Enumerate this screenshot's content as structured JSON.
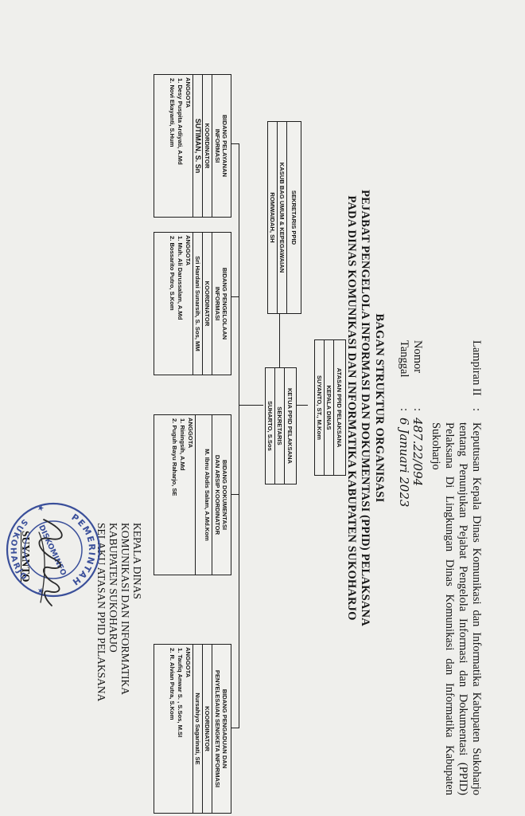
{
  "header": {
    "lampiran_label": "Lampiran II",
    "colon": ":",
    "lampiran_text": "Keputusan Kepala Dinas Komunikasi dan Informatika Kabupaten Sukoharjo tentang Penunjukan Pejabat Pengelola Informasi dan Dokumentasi (PPID) Pelaksana Di Lingkungan Dinas Komunikasi dan Informatika Kabupaten Sukoharjo",
    "nomor_label": "Nomor",
    "nomor_value": "487.22/094",
    "tanggal_label": "Tanggal",
    "tanggal_value": "6 Januari 2023"
  },
  "title": {
    "line1": "BAGAN STRUKTUR ORGANISASI",
    "line2": "PEJABAT PENGELOLA INFORMASI DAN DOKUMENTASI (PPID) PELAKSANA",
    "line3": "PADA DINAS KOMUNIKASI DAN INFORMATIKA KABUPATEN SUKOHARJO"
  },
  "org": {
    "atasan": {
      "title": "ATASAN PPID PELAKSANA",
      "role": "KEPALA DINAS",
      "name": "SUYANTO, ST., M.Kom"
    },
    "ketua": {
      "title": "KETUA PPID PELAKSANA",
      "role": "SEKRETARIS",
      "name": "SUHARTO, S.Sos"
    },
    "sekretaris": {
      "title": "SEKRETARIS PPID",
      "role": "KASUB BAG UMUM & KEPEGAWAIAN",
      "name": "ROMWAIDAH, SH"
    },
    "bidang": [
      {
        "title_1": "BIDANG PELAYANAN",
        "title_2": "INFORMASI",
        "koordinator_label": "KOORDINATOR",
        "koordinator": "SUTIMAN, S. Sn",
        "anggota_label": "ANGGOTA",
        "anggota": [
          "1. Desy Puspita Ardiyati, A.Md",
          "2. Novi Ekayanti, S.Hum"
        ]
      },
      {
        "title_1": "BIDANG PENGELOLAAN",
        "title_2": "INFORMASI",
        "koordinator_label": "KOORDINATOR",
        "koordinator": "Sri Hardani Sunarsih, S. Sos, MM",
        "anggota_label": "ANGGOTA",
        "anggota": [
          "1. Muh. Ali Darussalam, A.Md",
          "2. Bossarito Putro, S.Kom"
        ]
      },
      {
        "title_1": "BIDANG DOKUMENTASI",
        "title_2": "DAN ARSIP KOORDINATOR",
        "koordinator_label": "",
        "koordinator": "M. Ibnu Abdis Salam, A.Md.Kom",
        "anggota_label": "ANGGOTA",
        "anggota": [
          "1. Riningsih, A.Md",
          "2. Puguh Bayu Raharjo, SE"
        ]
      },
      {
        "title_1": "BIDANG PENGADUAN DAN",
        "title_2": "PENYELESAIAN SENGKETA INFORMASI",
        "koordinator_label": "KOORDINATOR",
        "koordinator": "Nursahiyo Sagarinati, SE",
        "anggota_label": "ANGGOTA",
        "anggota": [
          "1. Taufiq Anwar S. , S.Sos, M.SI",
          "2. R. Alvian Putra, S.Kom"
        ]
      }
    ]
  },
  "signature": {
    "line1": "KEPALA DINAS",
    "line2": "KOMUNIKASI DAN INFORMATIKA",
    "line3": "KABUPATEN SUKOHARJO",
    "line4": "SELAKU ATASAN PPID PELAKSANA",
    "name": "SUYANTO"
  },
  "stamp": {
    "top_text": "PEMERINTAH",
    "center_text": "DISKOMINFO",
    "bottom_text": "SUKOHARJO",
    "color": "#3a4f9a"
  }
}
